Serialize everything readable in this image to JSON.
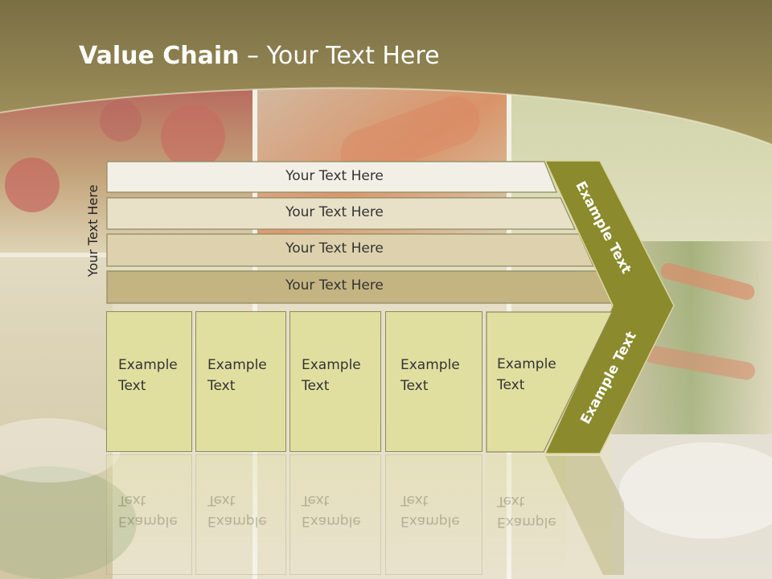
{
  "slide": {
    "title_bold": "Value Chain",
    "title_rest": " – Your Text Here",
    "side_label": "Your Text Here",
    "rows": [
      {
        "label": "Your Text Here"
      },
      {
        "label": "Your Text Here"
      },
      {
        "label": "Your Text Here"
      },
      {
        "label": "Your Text Here"
      }
    ],
    "boxes": [
      {
        "line1": "Example",
        "line2": "Text"
      },
      {
        "line1": "Example",
        "line2": "Text"
      },
      {
        "line1": "Example",
        "line2": "Text"
      },
      {
        "line1": "Example",
        "line2": "Text"
      },
      {
        "line1": "Example",
        "line2": "Text"
      }
    ],
    "chevron_upper": "Example Text",
    "chevron_lower": "Example Text",
    "colors": {
      "header_olive": "#8d7f4e",
      "chevron_olive": "#8b8a2c",
      "box_fill": "#e0dfa0",
      "row_fills": [
        "#f2f0e6",
        "#e8e1c8",
        "#ddd2ad",
        "#c4b482"
      ]
    }
  }
}
